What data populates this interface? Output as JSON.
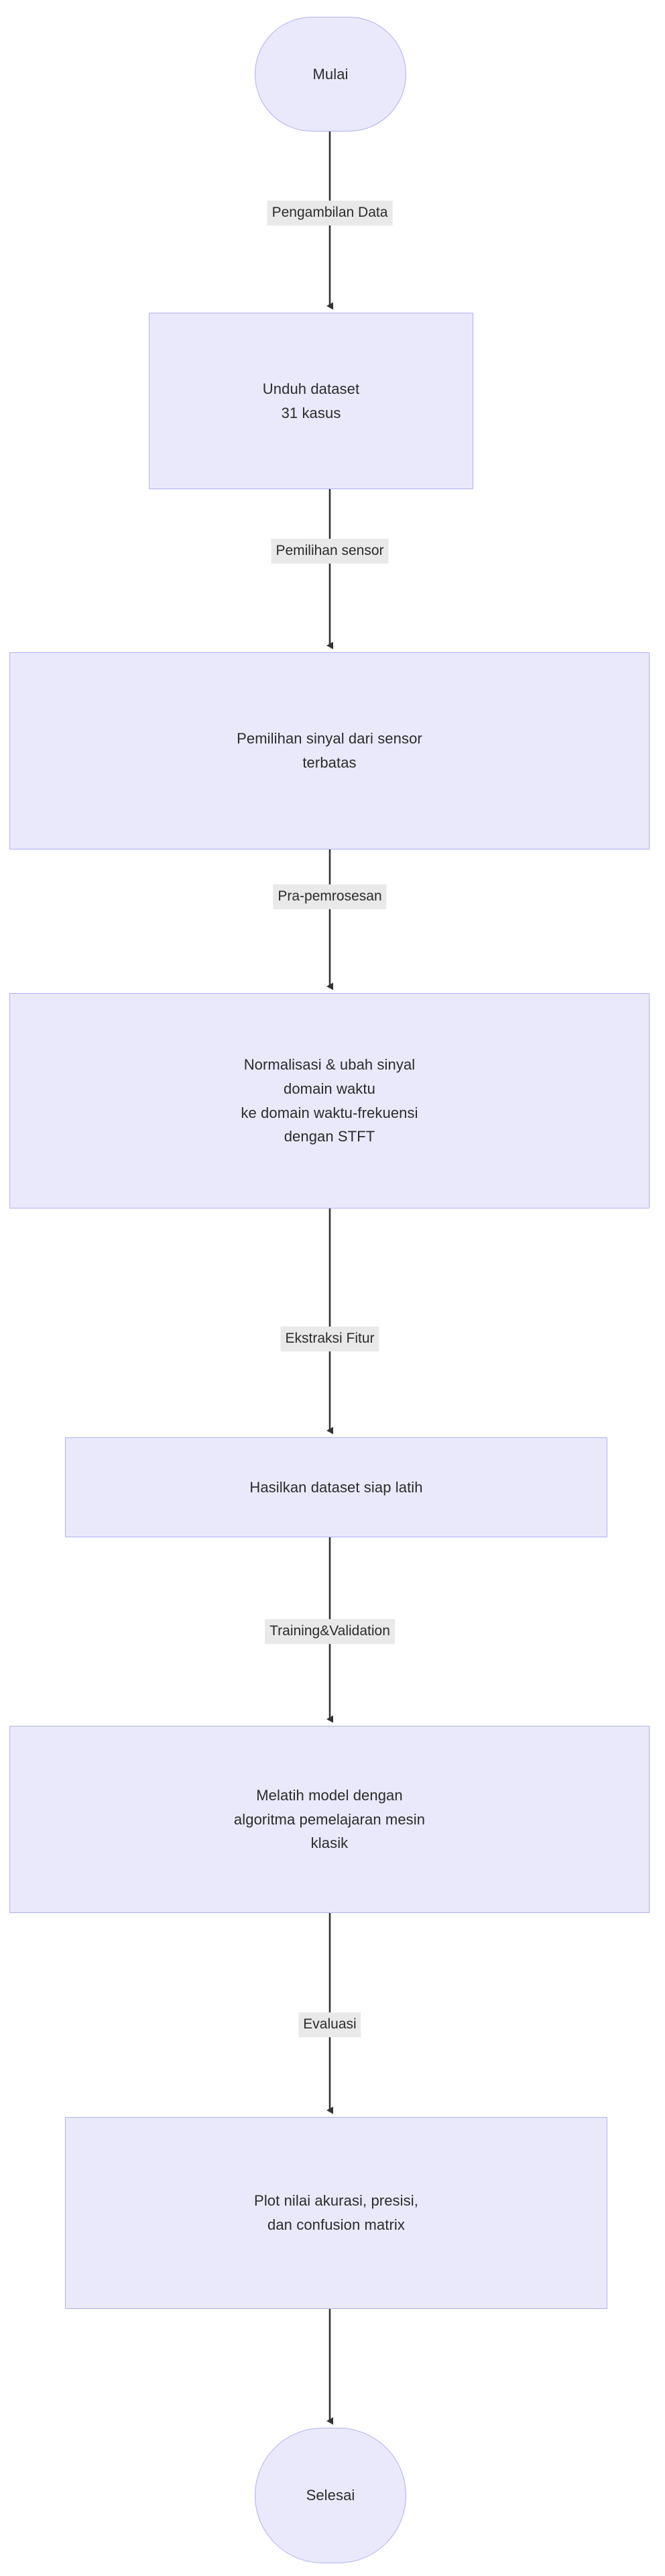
{
  "diagram": {
    "type": "flowchart",
    "orientation": "top-to-bottom",
    "language": "Indonesian",
    "colors": {
      "node_fill": "#e9e9fb",
      "node_border": "#b0b0f2",
      "edge_line": "#333333",
      "edge_label_background": "#e9e9e9",
      "text": "#2b2b2b",
      "canvas": "#ffffff"
    },
    "nodes": [
      {
        "id": "start",
        "shape": "terminator",
        "label": "Mulai"
      },
      {
        "id": "unduh",
        "shape": "process",
        "label": "Unduh dataset\n31 kasus"
      },
      {
        "id": "pemilihan-sinyal",
        "shape": "process",
        "label": "Pemilihan sinyal dari sensor\nterbatas"
      },
      {
        "id": "normalisasi-stft",
        "shape": "process",
        "label": "Normalisasi & ubah sinyal\ndomain waktu\nke domain waktu-frekuensi\ndengan STFT"
      },
      {
        "id": "hasilkan-dataset",
        "shape": "process",
        "label": "Hasilkan dataset siap latih"
      },
      {
        "id": "melatih-model",
        "shape": "process",
        "label": "Melatih model dengan\nalgoritma pemelajaran mesin\nklasik"
      },
      {
        "id": "plot-hasil",
        "shape": "process",
        "label": "Plot nilai akurasi, presisi,\ndan confusion matrix"
      },
      {
        "id": "end",
        "shape": "terminator",
        "label": "Selesai"
      }
    ],
    "edges": [
      {
        "from": "start",
        "to": "unduh",
        "label": "Pengambilan Data"
      },
      {
        "from": "unduh",
        "to": "pemilihan-sinyal",
        "label": "Pemilihan sensor"
      },
      {
        "from": "pemilihan-sinyal",
        "to": "normalisasi-stft",
        "label": "Pra-pemrosesan"
      },
      {
        "from": "normalisasi-stft",
        "to": "hasilkan-dataset",
        "label": "Ekstraksi Fitur"
      },
      {
        "from": "hasilkan-dataset",
        "to": "melatih-model",
        "label": "Training&Validation"
      },
      {
        "from": "melatih-model",
        "to": "plot-hasil",
        "label": "Evaluasi"
      },
      {
        "from": "plot-hasil",
        "to": "end",
        "label": ""
      }
    ]
  }
}
